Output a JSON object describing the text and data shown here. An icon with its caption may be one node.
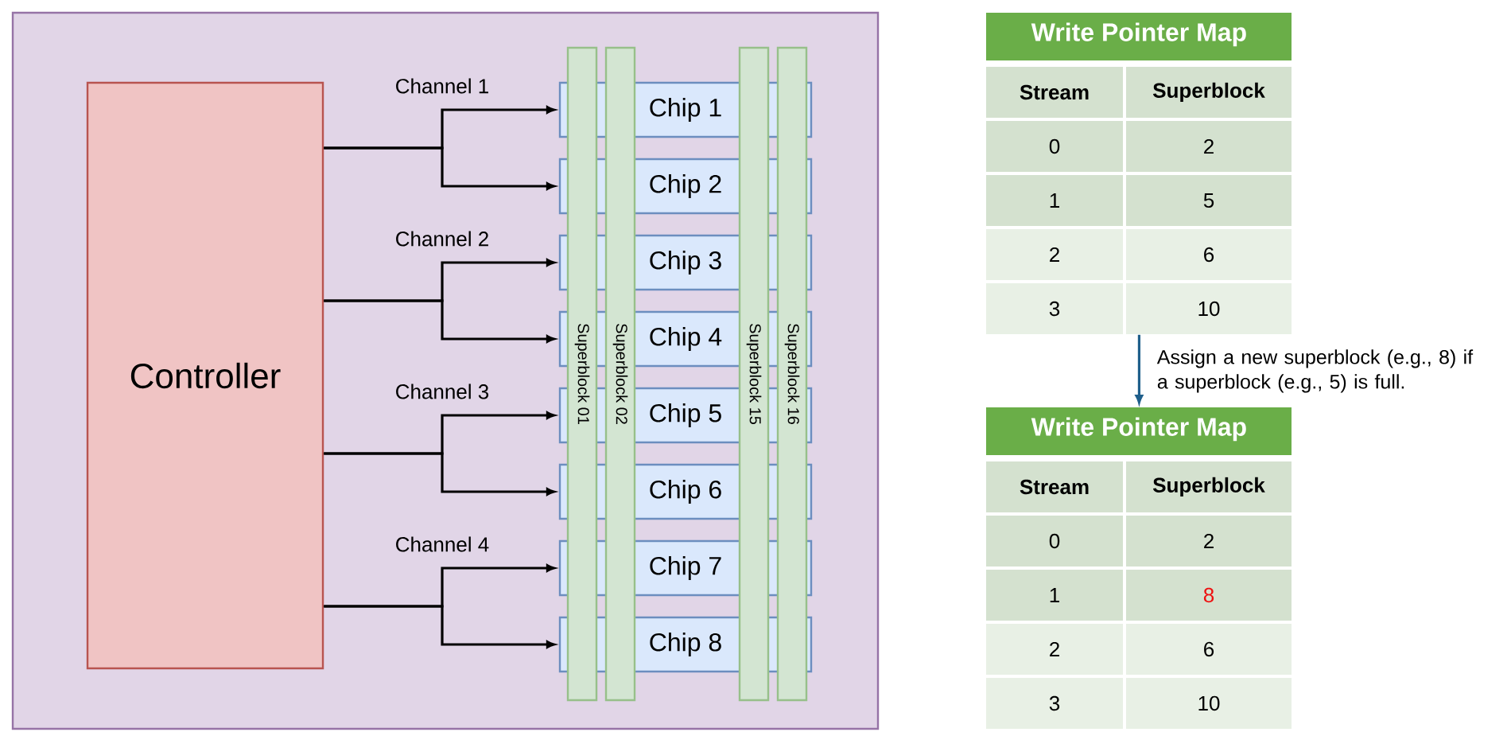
{
  "diagram": {
    "nodes": [
      {
        "text": [],
        "shape": "box"
      },
      {
        "text": [
          "Controller"
        ],
        "in": 0
      },
      {
        "text": [
          "Chip 1"
        ],
        "in": 0
      },
      {
        "text": [
          "Chip 2"
        ],
        "in": 0
      },
      {
        "text": [
          "Chip 3"
        ],
        "in": 0
      },
      {
        "text": [
          "Chip 4"
        ],
        "in": 0
      },
      {
        "text": [
          "Chip 5"
        ],
        "in": 0
      },
      {
        "text": [
          "Chip 6"
        ],
        "in": 0
      },
      {
        "text": [
          "Chip 7"
        ],
        "in": 0
      },
      {
        "text": [
          "Chip 8"
        ],
        "in": 0
      },
      {
        "text": [
          "Superblock 01"
        ],
        "in": 0
      },
      {
        "text": [
          "Superblock 02"
        ],
        "in": 0
      },
      {
        "text": [
          "Superblock 15"
        ],
        "in": 0
      },
      {
        "text": [
          "Superblock 16"
        ],
        "in": 0
      },
      {
        "text": [
          "Write Pointer Map"
        ]
      },
      {
        "text": [
          "Write Pointer Map"
        ]
      }
    ],
    "edges": [
      {
        "from": 1,
        "to": 2,
        "arrow": "to",
        "label": "Channel 1"
      },
      {
        "from": 1,
        "to": 3,
        "arrow": "to"
      },
      {
        "from": 1,
        "to": 4,
        "arrow": "to",
        "label": "Channel 2"
      },
      {
        "from": 1,
        "to": 5,
        "arrow": "to"
      },
      {
        "from": 1,
        "to": 6,
        "arrow": "to",
        "label": "Channel 3"
      },
      {
        "from": 1,
        "to": 7,
        "arrow": "to"
      },
      {
        "from": 1,
        "to": 8,
        "arrow": "to",
        "label": "Channel 4"
      },
      {
        "from": 1,
        "to": 9,
        "arrow": "to"
      },
      {
        "from": 14,
        "to": 15,
        "arrow": "to",
        "label": "Assign a new superblock (e.g., 8) if a superblock (e.g., 5) is full.",
        "color": "#1f5f8b"
      }
    ],
    "labels": [
      "Stream",
      "Superblock",
      "0",
      "2",
      "1",
      "5",
      "2",
      "6",
      "3",
      "10",
      "Stream",
      "Superblock",
      "0",
      "2",
      "1",
      "8",
      "2",
      "6",
      "3",
      "10"
    ]
  }
}
